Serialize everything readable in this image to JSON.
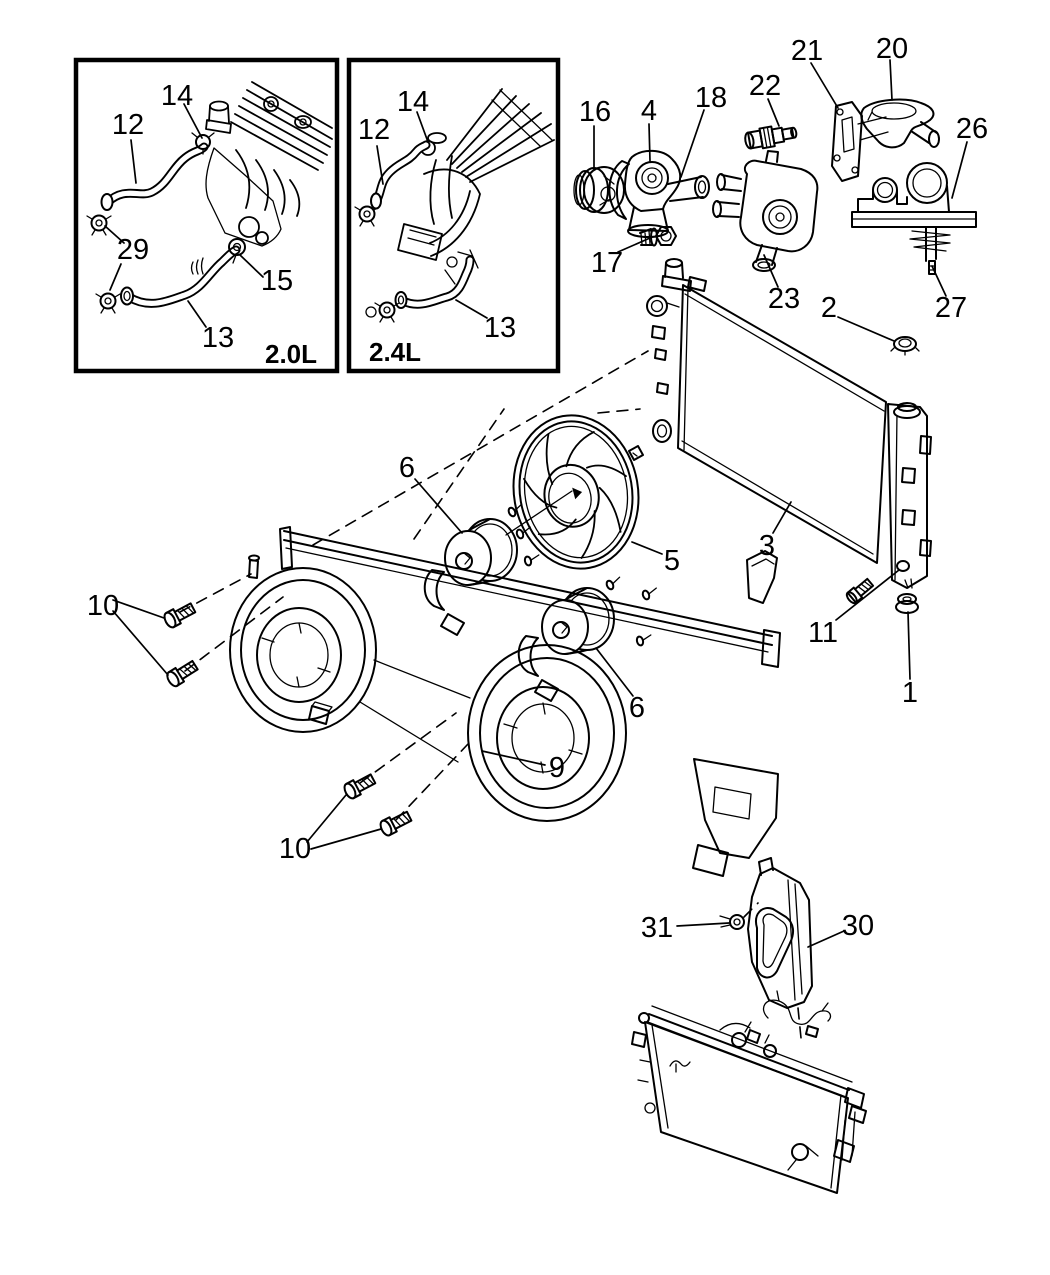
{
  "page": {
    "background": "#ffffff",
    "ink": "#000000"
  },
  "insets": {
    "box1": {
      "variant": "2.0L"
    },
    "box2": {
      "variant": "2.4L"
    }
  },
  "callouts": {
    "box1": [
      "14",
      "12",
      "29",
      "15",
      "13"
    ],
    "box2": [
      "14",
      "12",
      "13"
    ],
    "thermostat": [
      "16",
      "4",
      "18",
      "17"
    ],
    "housings": [
      "22",
      "21",
      "20",
      "26",
      "23",
      "27",
      "2"
    ],
    "radiator": [
      "3",
      "11",
      "1"
    ],
    "fan": [
      "5",
      "6",
      "6"
    ],
    "shroud": [
      "9",
      "10",
      "10"
    ],
    "lower": [
      "31",
      "30"
    ]
  }
}
